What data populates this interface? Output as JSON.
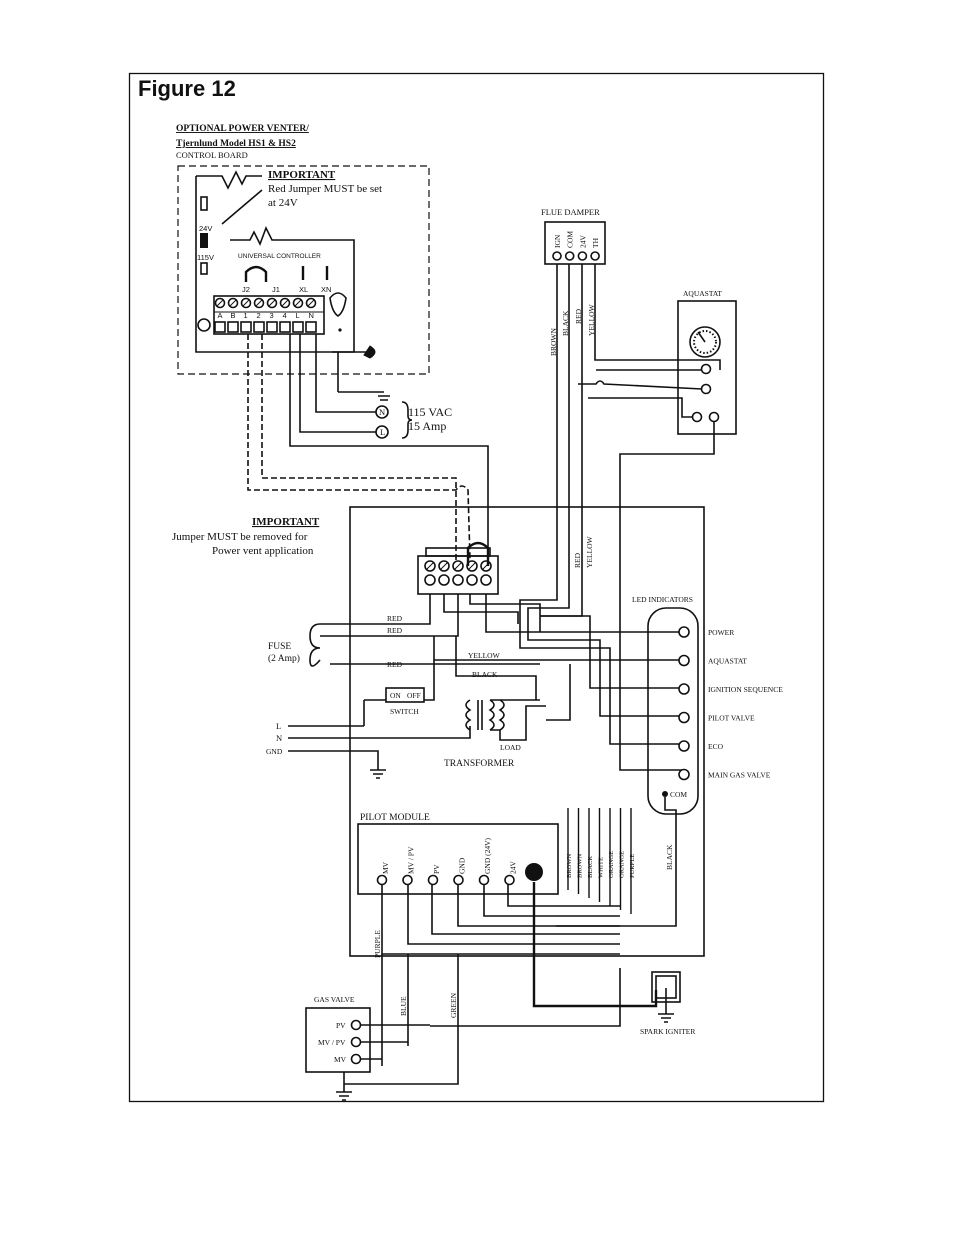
{
  "figure_title": "Figure 12",
  "power_venter": {
    "title_line1": "OPTIONAL POWER VENTER/",
    "title_line2": "Tjernlund Model HS1 & HS2",
    "title_line3": "CONTROL BOARD",
    "important_heading": "IMPORTANT",
    "important_line1": "Red Jumper MUST be set",
    "important_line2": "at 24V",
    "label_24v": "24V",
    "label_115v": "115V",
    "controller_label": "UNIVERSAL CONTROLLER",
    "jumpers": [
      "J2",
      "J1",
      "XL",
      "XN"
    ],
    "terminals": [
      "A",
      "B",
      "1",
      "2",
      "3",
      "4",
      "L",
      "N"
    ]
  },
  "supply": {
    "volts": "115 VAC",
    "amps": "15 Amp",
    "n": "N",
    "l": "L"
  },
  "jumper_note": {
    "heading": "IMPORTANT",
    "line1": "Jumper MUST be removed for",
    "line2": "Power vent application"
  },
  "flue_damper": {
    "title": "FLUE DAMPER",
    "terminals": [
      "IGN",
      "COM",
      "24V",
      "TH"
    ],
    "wires": [
      "BROWN",
      "BLACK",
      "RED",
      "YELLOW"
    ]
  },
  "aquastat": {
    "title": "AQUASTAT"
  },
  "main_wires": {
    "red": "RED",
    "yellow": "YELLOW"
  },
  "fuse": {
    "label": "FUSE",
    "rating": "(2 Amp)"
  },
  "wire_labels": {
    "red_top": "RED",
    "red2": "RED",
    "red3": "RED",
    "yellow": "YELLOW",
    "black": "BLACK"
  },
  "switch": {
    "on": "ON",
    "off": "OFF",
    "label": "SWITCH"
  },
  "line_inputs": [
    "L",
    "N",
    "GND"
  ],
  "transformer": {
    "label": "TRANSFORMER",
    "load": "LOAD"
  },
  "led_indicators": {
    "title": "LED INDICATORS",
    "items": [
      "POWER",
      "AQUASTAT",
      "IGNITION SEQUENCE",
      "PILOT VALVE",
      "ECO",
      "MAIN GAS VALVE"
    ],
    "com": "COM"
  },
  "pilot_module": {
    "title": "PILOT MODULE",
    "terminals": [
      "MV",
      "MV / PV",
      "PV",
      "GND",
      "GND (24V)",
      "24V"
    ],
    "wire_colors": [
      "BROWN",
      "BROWN",
      "BLACK",
      "WHITE",
      "ORANGE",
      "ORANGE",
      "PURPLE"
    ],
    "com_wire": "BLACK"
  },
  "gas_valve": {
    "title": "GAS VALVE",
    "terminals": [
      "PV",
      "MV / PV",
      "MV"
    ],
    "wires": [
      "PURPLE",
      "BLUE",
      "GREEN"
    ]
  },
  "spark_igniter": {
    "label": "SPARK IGNITER"
  }
}
